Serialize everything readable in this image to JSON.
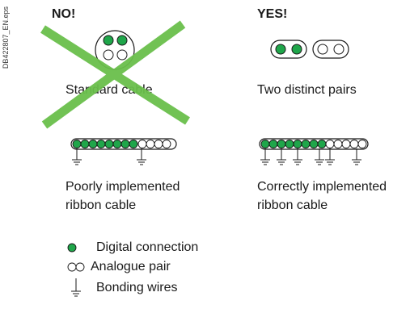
{
  "side_id": "DB422807_EN.eps",
  "left": {
    "header": "NO!",
    "cable_label": "Standard cable",
    "ribbon_label_line1": "Poorly implemented",
    "ribbon_label_line2": "ribbon cable"
  },
  "right": {
    "header": "YES!",
    "cable_label": "Two distinct pairs",
    "ribbon_label_line1": "Correctly implemented",
    "ribbon_label_line2": "ribbon cable"
  },
  "legend": {
    "digital": "Digital connection",
    "analogue": "Analogue pair",
    "bonding": "Bonding wires"
  },
  "colors": {
    "green": "#1fa64a",
    "cross": "#6abf4b",
    "stroke": "#1a1a1a"
  }
}
